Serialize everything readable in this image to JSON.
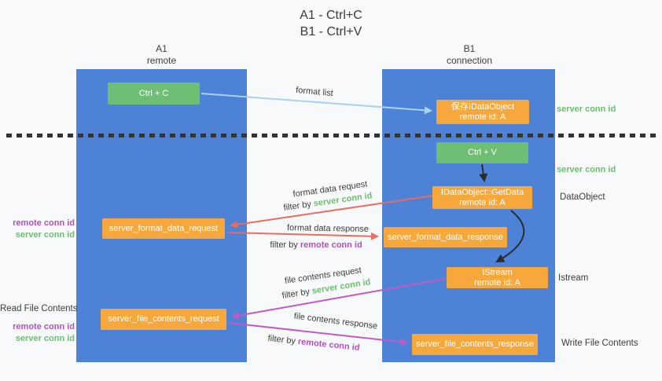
{
  "colors": {
    "lane_blue": "#4d82d6",
    "box_green": "#6ebe73",
    "box_orange": "#f7a83d",
    "arrow_blue": "#a9d2ef",
    "arrow_red": "#e96c62",
    "arrow_magenta": "#bf5bc5",
    "arrow_black": "#2b2b2b",
    "text_green": "#6abf6e",
    "text_purple": "#b44fc4",
    "text_dark": "#3c3c3c"
  },
  "title": {
    "line1": "A1 - Ctrl+C",
    "line2": "B1 - Ctrl+V"
  },
  "lanes": {
    "left": {
      "name": "A1",
      "subtitle": "remote"
    },
    "right": {
      "name": "B1",
      "subtitle": "connection"
    }
  },
  "nodes": {
    "ctrl_c": "Ctrl + C",
    "ctrl_v": "Ctrl + V",
    "save_idataobject": {
      "line1": "保存IDataObject",
      "line2": "remote id: A"
    },
    "getdata": {
      "line1": "IDataObject::GetData",
      "line2": "remote id: A"
    },
    "istream": {
      "line1": "IStream",
      "line2": "remote id: A"
    },
    "server_format_data_request": "server_format_data_request",
    "server_format_data_response": "server_format_data_response",
    "server_file_contents_request": "server_file_contents_request",
    "server_file_contents_response": "server_file_contents_response"
  },
  "labels": {
    "format_list": "format list",
    "format_data_request": "format data request",
    "format_data_response": "format data response",
    "file_contents_request": "file contents request",
    "file_contents_response": "file contents response",
    "filter_by": "filter by",
    "server_conn_id": "server conn id",
    "remote_conn_id": "remote conn id",
    "dataobject": "DataObject",
    "istream": "Istream",
    "read_file_contents": "Read File Contents",
    "write_file_contents": "Write File Contents"
  }
}
